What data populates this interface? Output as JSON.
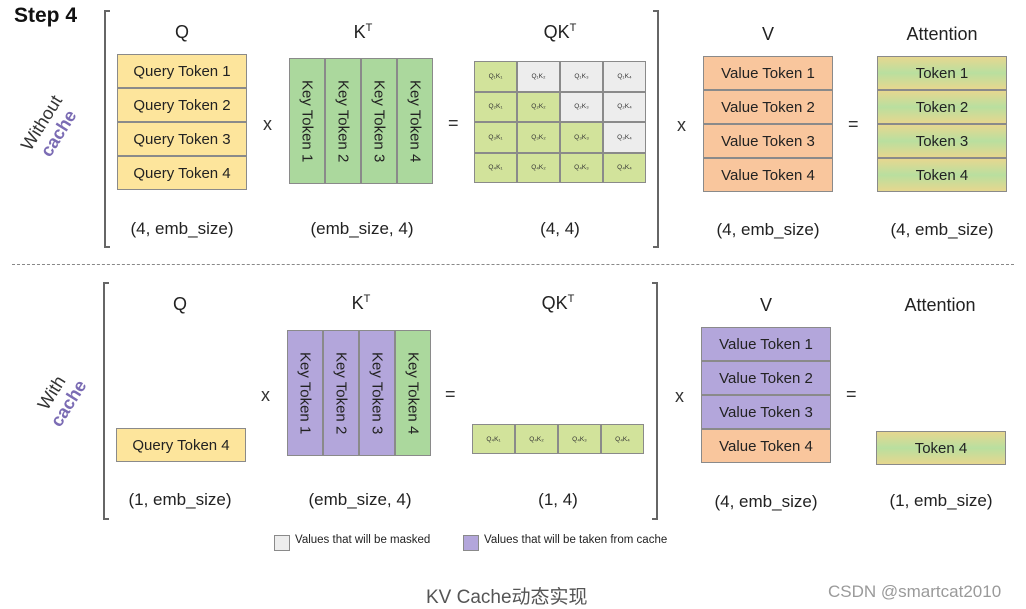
{
  "step_title": "Step 4",
  "top": {
    "label_word": "Without",
    "label_cache": "cache",
    "q": {
      "header": "Q",
      "tokens": [
        "Query Token 1",
        "Query Token 2",
        "Query Token 3",
        "Query Token 4"
      ],
      "dims": "(4, emb_size)"
    },
    "kt": {
      "header": "K",
      "sup": "T",
      "tokens": [
        "Key Token 1",
        "Key Token 2",
        "Key Token 3",
        "Key Token 4"
      ],
      "dims": "(emb_size, 4)"
    },
    "qkt": {
      "header": "QK",
      "sup": "T",
      "dims": "(4, 4)",
      "cells": [
        [
          "Q₁K₁",
          "Q₁K₂",
          "Q₁K₃",
          "Q₁K₄"
        ],
        [
          "Q₂K₁",
          "Q₂K₂",
          "Q₂K₃",
          "Q₂K₄"
        ],
        [
          "Q₃K₁",
          "Q₃K₂",
          "Q₃K₃",
          "Q₃K₄"
        ],
        [
          "Q₄K₁",
          "Q₄K₂",
          "Q₄K₃",
          "Q₄K₄"
        ]
      ],
      "masked": [
        [
          false,
          true,
          true,
          true
        ],
        [
          false,
          false,
          true,
          true
        ],
        [
          false,
          false,
          false,
          true
        ],
        [
          false,
          false,
          false,
          false
        ]
      ]
    },
    "v": {
      "header": "V",
      "tokens": [
        "Value Token 1",
        "Value Token 2",
        "Value Token 3",
        "Value Token 4"
      ],
      "dims": "(4, emb_size)"
    },
    "attention": {
      "header": "Attention",
      "tokens": [
        "Token 1",
        "Token 2",
        "Token 3",
        "Token 4"
      ],
      "dims": "(4, emb_size)"
    },
    "op_x1": "x",
    "op_eq1": "=",
    "op_x2": "x",
    "op_eq2": "="
  },
  "bottom": {
    "label_word": "With",
    "label_cache": "cache",
    "q": {
      "header": "Q",
      "tokens": [
        "Query Token 4"
      ],
      "dims": "(1, emb_size)"
    },
    "kt": {
      "header": "K",
      "sup": "T",
      "tokens": [
        "Key Token 1",
        "Key Token 2",
        "Key Token 3",
        "Key Token 4"
      ],
      "dims": "(emb_size, 4)",
      "from_cache": [
        true,
        true,
        true,
        false
      ]
    },
    "qkt": {
      "header": "QK",
      "sup": "T",
      "dims": "(1, 4)",
      "cells": [
        "Q₄K₁",
        "Q₄K₂",
        "Q₄K₃",
        "Q₄K₄"
      ]
    },
    "v": {
      "header": "V",
      "tokens": [
        "Value Token 1",
        "Value Token 2",
        "Value Token 3",
        "Value Token 4"
      ],
      "dims": "(4, emb_size)",
      "from_cache": [
        true,
        true,
        true,
        false
      ]
    },
    "attention": {
      "header": "Attention",
      "tokens": [
        "Token 4"
      ],
      "dims": "(1, emb_size)"
    },
    "op_x1": "x",
    "op_eq1": "=",
    "op_x2": "x",
    "op_eq2": "="
  },
  "legend": {
    "masked_label": "Values that will be masked",
    "cache_label": "Values that will be taken from cache"
  },
  "caption": "KV Cache动态实现",
  "watermark": "CSDN @smartcat2010",
  "colors": {
    "query": "#fde59c",
    "key": "#abd89d",
    "value": "#f9c69d",
    "cached": "#b3a6db",
    "masked": "#ededed",
    "accent": "#7b6cb4"
  }
}
